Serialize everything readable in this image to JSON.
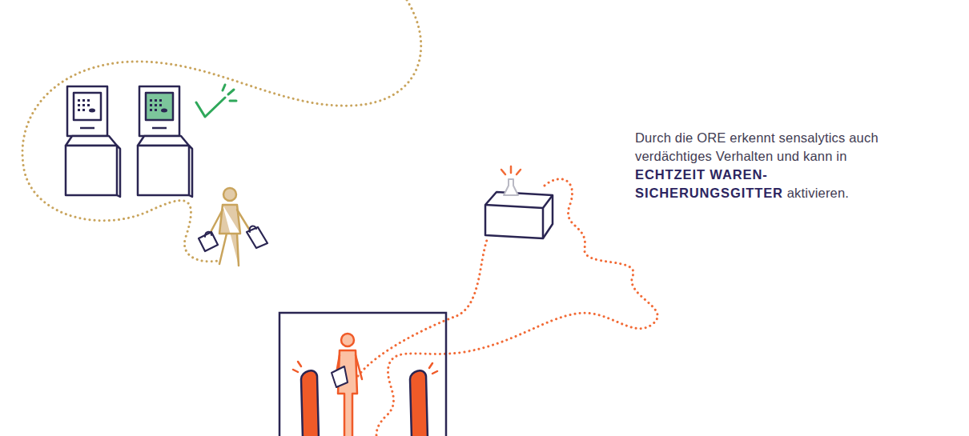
{
  "diagram": {
    "labels": [
      "Durch die ORE erkennt sensalytics auch verdächtiges Verhalten und kann in",
      "ECHTZEIT WAREN-SICHERUNGSGITTER",
      "aktivieren."
    ]
  }
}
